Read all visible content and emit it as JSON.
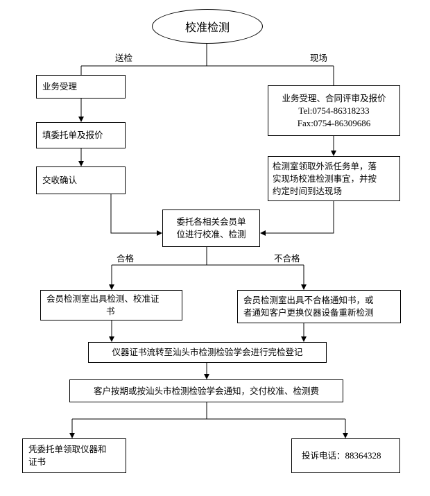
{
  "start": "校准检测",
  "branch_left_label": "送检",
  "branch_right_label": "现场",
  "left_steps": [
    "业务受理",
    "填委托单及报价",
    "交收确认"
  ],
  "right_top": {
    "line1": "业务受理、合同评审及报价",
    "tel": "Tel:0754-86318233",
    "fax": "Fax:0754-86309686"
  },
  "right_second": {
    "line1": "检测室领取外派任务单，落",
    "line2": "实现场校准检测事宜，并按",
    "line3": "约定时间到达现场"
  },
  "merge_box": {
    "line1": "委托各相关会员单",
    "line2": "位进行校准、检测"
  },
  "pass_label": "合格",
  "fail_label": "不合格",
  "pass_box": {
    "line1": "会员检测室出具检测、校准证",
    "line2": "书"
  },
  "fail_box": {
    "line1": "会员检测室出具不合格通知书，或",
    "line2": "者通知客户更换仪器设备重新检测"
  },
  "register_box": "仪器证书流转至汕头市检测检验学会进行完检登记",
  "notify_box": "客户按期或按汕头市检测检验学会通知，交付校准、检测费",
  "final_left": {
    "line1": "凭委托单领取仪器和",
    "line2": "证书"
  },
  "final_right": {
    "label": "投诉电话：",
    "number": "88364328"
  }
}
